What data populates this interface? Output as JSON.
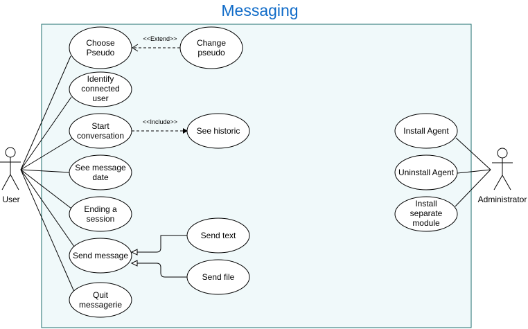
{
  "diagram": {
    "title": "Messaging",
    "colors": {
      "title": "#0f6bc8",
      "boundary_fill": "#f0f9fa",
      "boundary_stroke": "#1e6e6e",
      "line": "#000000"
    },
    "actors": {
      "user": "User",
      "admin": "Administrator"
    },
    "use_cases": {
      "choose_pseudo": [
        "Choose",
        "Pseudo"
      ],
      "change_pseudo": [
        "Change",
        "pseudo"
      ],
      "identify_user": [
        "Identify",
        "connected",
        "user"
      ],
      "start_conversation": [
        "Start",
        "conversation"
      ],
      "see_historic": [
        "See historic"
      ],
      "see_message_date": [
        "See message",
        "date"
      ],
      "ending_session": [
        "Ending a",
        "session"
      ],
      "send_message": [
        "Send message"
      ],
      "send_text": [
        "Send text"
      ],
      "send_file": [
        "Send file"
      ],
      "quit_messagerie": [
        "Quit",
        "messagerie"
      ],
      "install_agent": [
        "Install Agent"
      ],
      "uninstall_agent": [
        "Uninstall Agent"
      ],
      "install_module": [
        "Install",
        "separate",
        "module"
      ]
    },
    "relations": {
      "extend": "<<Extend>>",
      "include": "<<Include>>"
    }
  }
}
